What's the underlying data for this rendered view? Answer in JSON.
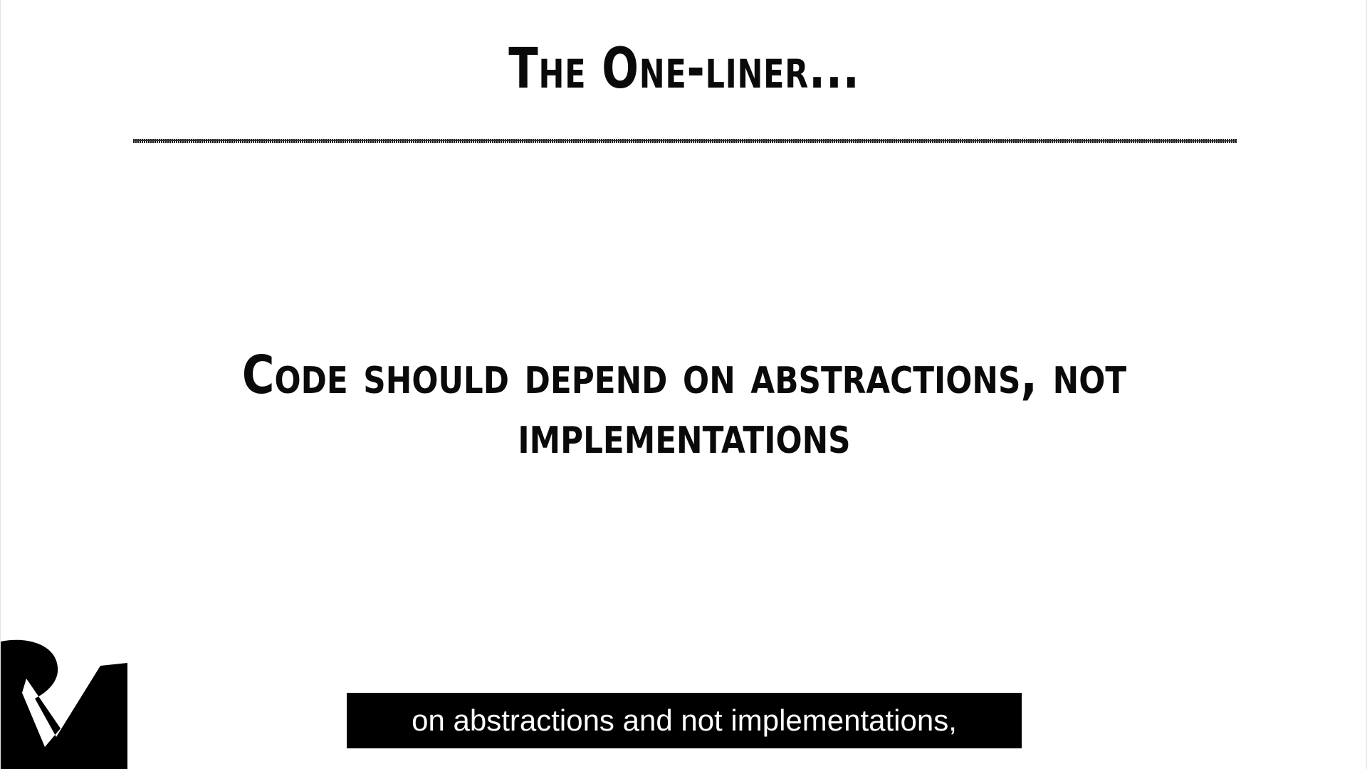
{
  "slide": {
    "title": "The One-liner...",
    "quote": "Code should depend on abstractions, not implementations"
  },
  "player": {
    "subtitle": "on abstractions and not implementations,",
    "logo_icon": "rw-logo-icon"
  },
  "colors": {
    "background": "#ffffff",
    "text": "#0a0a0a",
    "subtitle_bg": "#000000",
    "subtitle_text": "#ffffff"
  }
}
